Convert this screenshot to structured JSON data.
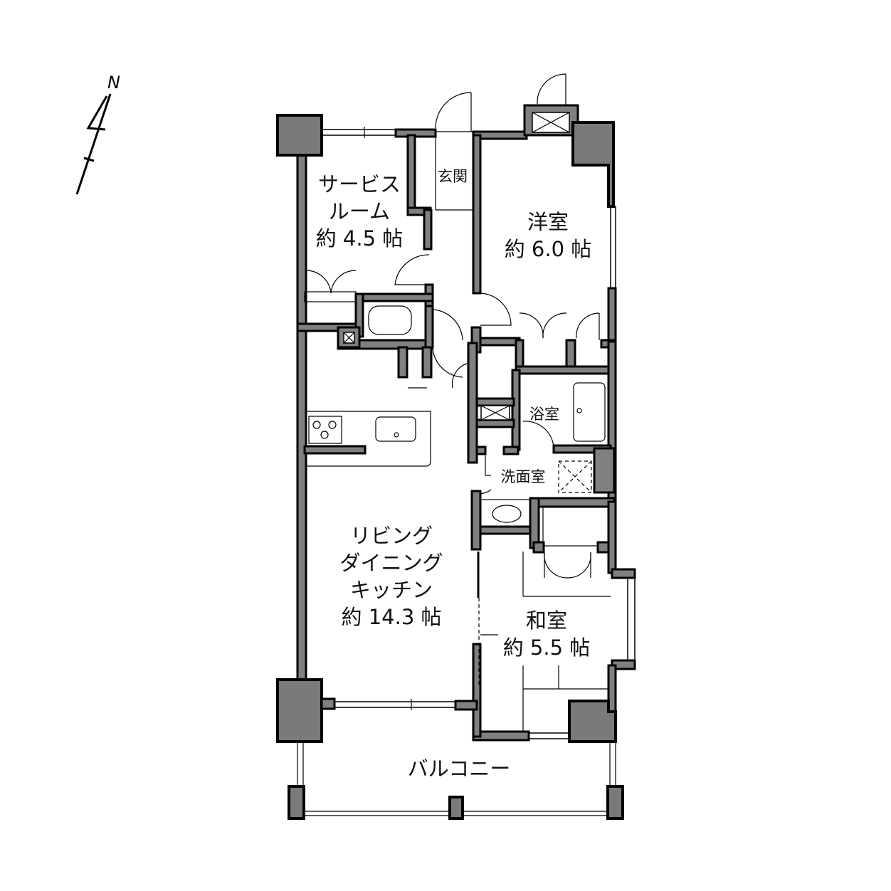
{
  "compass": {
    "label": "N"
  },
  "rooms": {
    "service_room": {
      "line1": "サービス",
      "line2": "ルーム",
      "area": "約 4.5 帖"
    },
    "entrance": {
      "label": "玄関"
    },
    "western_room": {
      "line1": "洋室",
      "area": "約 6.0 帖"
    },
    "bathroom": {
      "label": "浴室"
    },
    "washroom": {
      "label": "洗面室"
    },
    "ldk": {
      "line1": "リビング",
      "line2": "ダイニング",
      "line3": "キッチン",
      "area": "約 14.3 帖"
    },
    "japanese_room": {
      "line1": "和室",
      "area": "約 5.5 帖"
    },
    "balcony": {
      "label": "バルコニー"
    }
  },
  "colors": {
    "wall": "#808080",
    "outline": "#000000"
  }
}
